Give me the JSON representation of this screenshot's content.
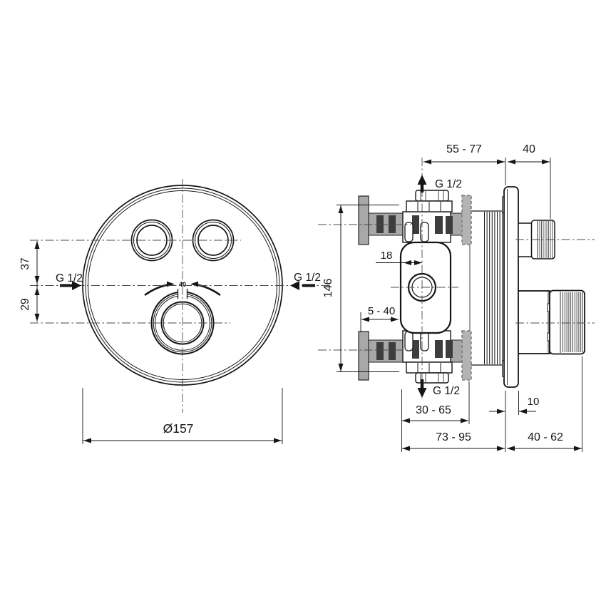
{
  "front": {
    "diameter": "Ø157",
    "button_offset": "37",
    "knob_offset": "29",
    "left_connection": "G 1/2",
    "right_connection": "G 1/2",
    "temp_mark": "40"
  },
  "side": {
    "rough_in_depth": "55 - 77",
    "trim_depth": "40",
    "height": "146",
    "outlet_offset": "18",
    "bracket_range": "5 - 40",
    "top_connection": "G 1/2",
    "bottom_connection": "G 1/2",
    "finish_wall_range": "30 - 65",
    "plate_thickness": "10",
    "total_depth_range": "73 - 95",
    "handle_depth_range": "40 - 62"
  },
  "colors": {
    "line": "#161616",
    "pipe_gray": "#a8a8a8",
    "bar_dark": "#3d3d3d",
    "wall_marker_fill": "#b3b3b3",
    "wall_marker_stroke": "#7a7a7a"
  }
}
